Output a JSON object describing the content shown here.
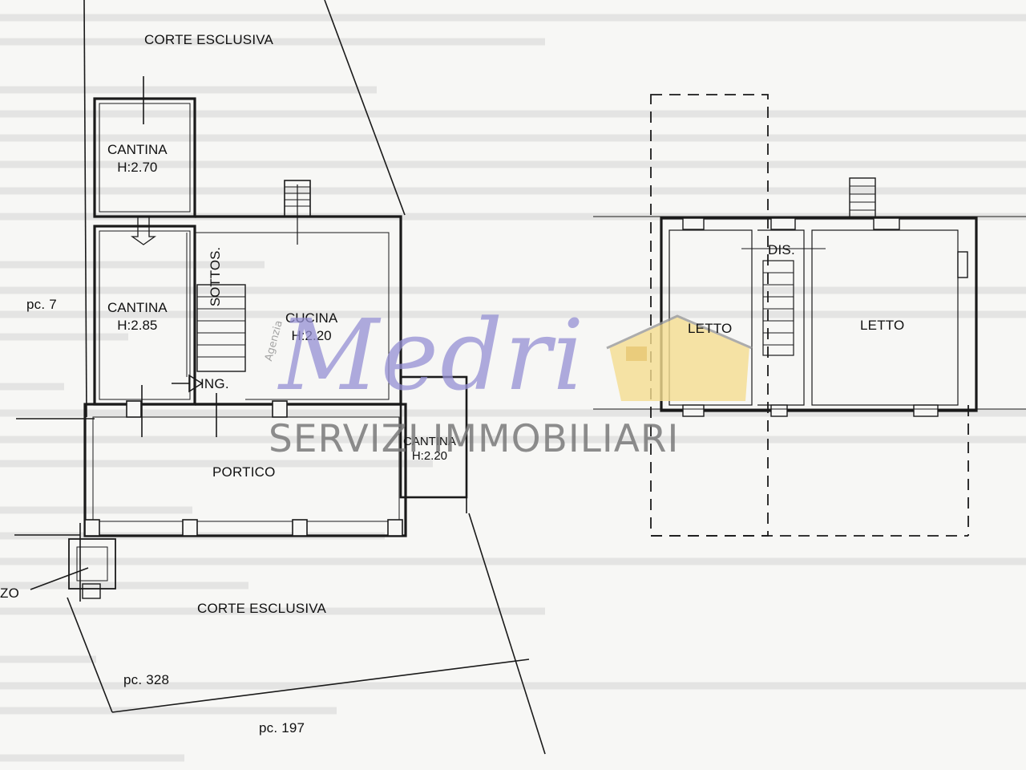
{
  "labels": {
    "corte_top": "CORTE ESCLUSIVA",
    "cantina_1_name": "CANTINA",
    "cantina_1_height": "H:2.70",
    "cantina_2_name": "CANTINA",
    "cantina_2_height": "H:2.85",
    "sottos": "SOTTOS.",
    "cucina_name": "CUCINA",
    "cucina_height": "H:2.20",
    "ingresso": "ING.",
    "portico": "PORTICO",
    "cantina_3_name": "CANTINA",
    "cantina_3_height": "H:2.20",
    "pc_7": "pc. 7",
    "zo": "ZO",
    "corte_bottom": "CORTE ESCLUSIVA",
    "pc_328": "pc. 328",
    "pc_197": "pc. 197",
    "dis": "DIS.",
    "letto_1": "LETTO",
    "letto_2": "LETTO"
  },
  "watermark": {
    "brand": "Medri",
    "tagline": "SERVIZI IMMOBILIARI",
    "small": "Agenzia",
    "brand_color": "#9590d4",
    "logo_house_color": "#f5dd90"
  },
  "colors": {
    "paper": "#f7f7f5",
    "wall": "#1a1a1a"
  }
}
